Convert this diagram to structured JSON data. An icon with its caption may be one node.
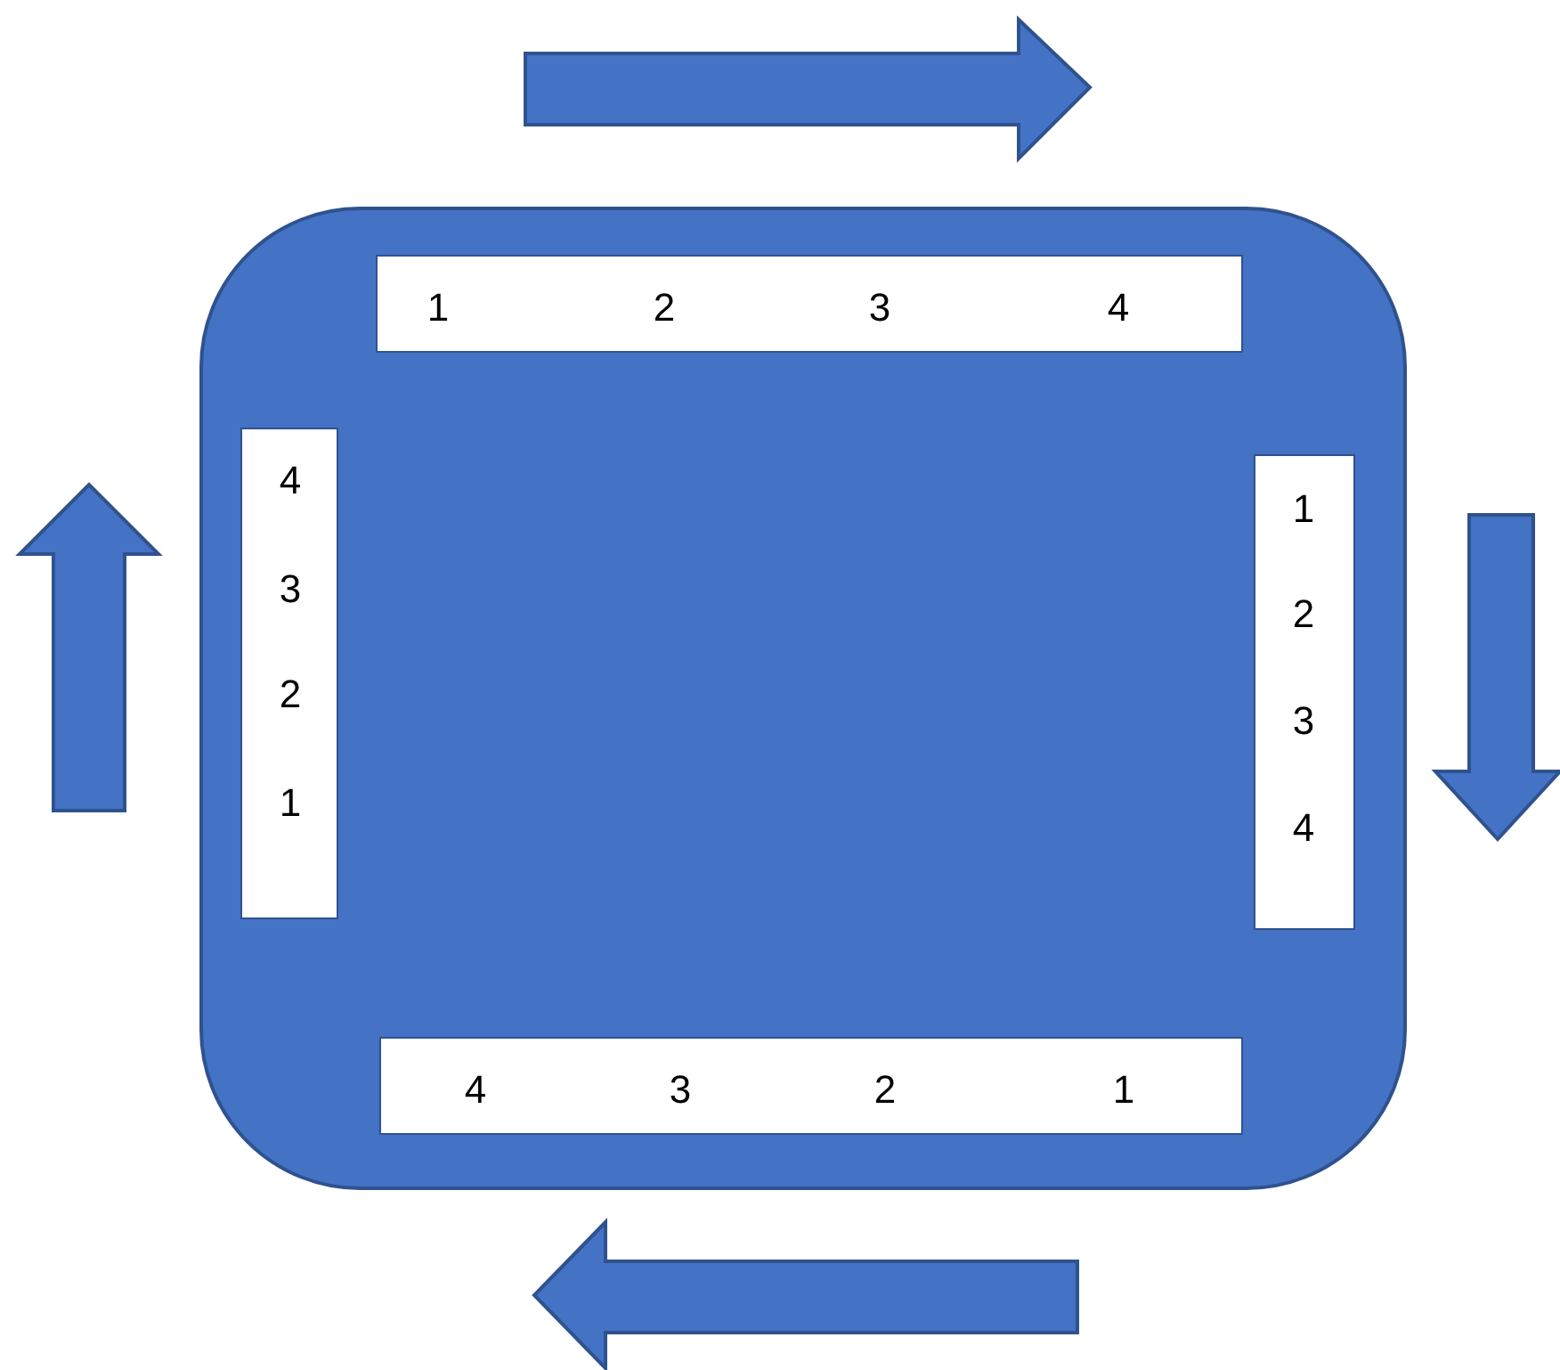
{
  "diagram": {
    "nodes": [
      {
        "text": [],
        "shape": "box"
      },
      {
        "text": [
          "1",
          "2",
          "3",
          "4"
        ],
        "in": 0
      },
      {
        "text": [
          "4",
          "3",
          "2",
          "1"
        ],
        "in": 0
      },
      {
        "text": [
          "1",
          "2",
          "3",
          "4"
        ],
        "in": 0
      },
      {
        "text": [
          "4",
          "3",
          "2",
          "1"
        ],
        "in": 0
      }
    ]
  }
}
